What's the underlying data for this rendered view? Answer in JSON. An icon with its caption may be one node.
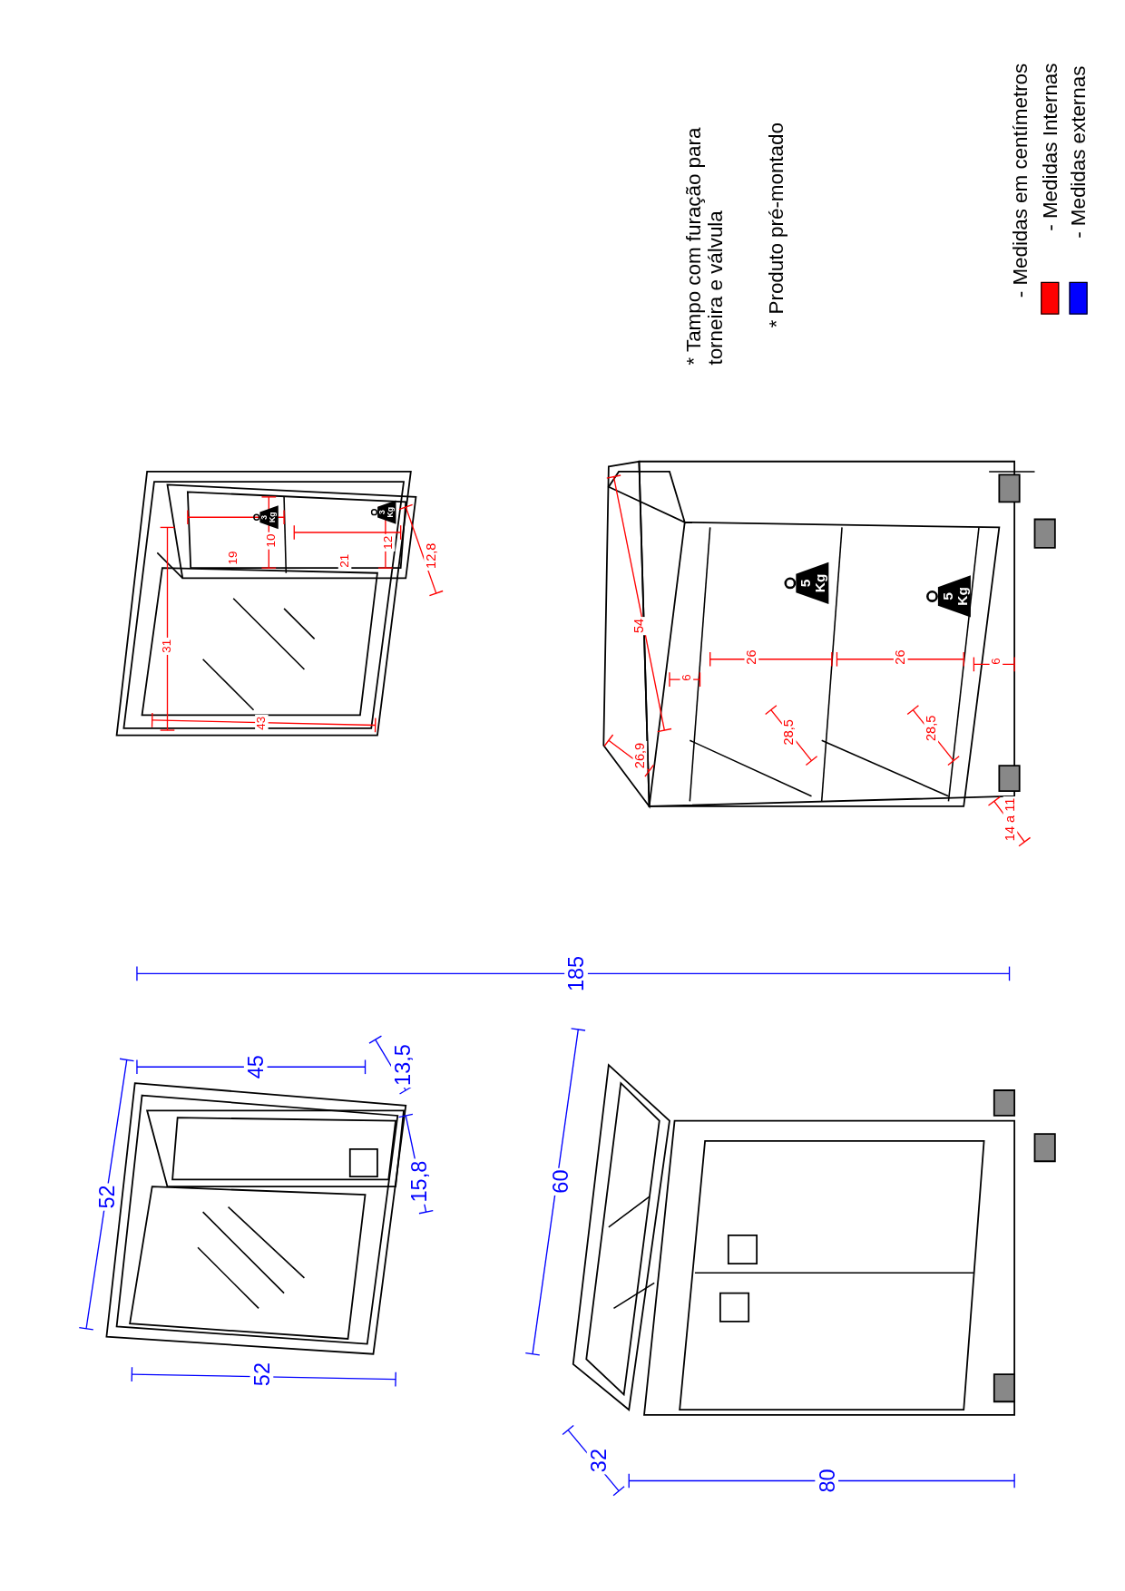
{
  "diagram": {
    "nodes": [
      {
        "text": [
          "3 Kg"
        ]
      },
      {
        "text": [
          "3 Kg"
        ]
      },
      {
        "text": [
          "5 Kg"
        ]
      },
      {
        "text": [
          "5 Kg"
        ]
      }
    ],
    "labels": [
      "* Tampo com furação para torneira e válvula",
      "* Produto pré-montado",
      "- Medidas em centímetros",
      "19",
      "10",
      "21",
      "12",
      "12,8",
      "31",
      "43",
      "54",
      "6",
      "26",
      "26",
      "6",
      "28,5",
      "28,5",
      "26,9",
      "14 a 11",
      "185",
      "52",
      "45",
      "13,5",
      "15,8",
      "52",
      "60",
      "32",
      "80"
    ],
    "legend": [
      {
        "text": "- Medidas Internas",
        "color": "#ff0000"
      },
      {
        "text": "- Medidas externas",
        "color": "#0000ff"
      }
    ]
  }
}
